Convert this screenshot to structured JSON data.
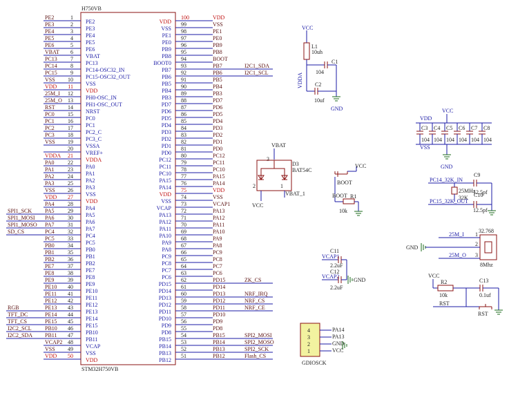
{
  "chip": {
    "title": "H750VB",
    "part": "STM32H750VB",
    "left_pins": [
      {
        "num": "1",
        "name": "PE2",
        "net": "PE2"
      },
      {
        "num": "2",
        "name": "PE3",
        "net": "PE3"
      },
      {
        "num": "3",
        "name": "PE4",
        "net": "PE4"
      },
      {
        "num": "4",
        "name": "PE5",
        "net": "PE5"
      },
      {
        "num": "5",
        "name": "PE6",
        "net": "PE6"
      },
      {
        "num": "6",
        "name": "VBAT",
        "net": "VBAT"
      },
      {
        "num": "7",
        "name": "PC13",
        "net": "PC13"
      },
      {
        "num": "8",
        "name": "PC14-OSC32_IN",
        "net": "PC14"
      },
      {
        "num": "9",
        "name": "PC15-OSC32_OUT",
        "net": "PC15"
      },
      {
        "num": "10",
        "name": "VSS",
        "net": "VSS"
      },
      {
        "num": "11",
        "name": "VDD",
        "net": "VDD"
      },
      {
        "num": "12",
        "name": "PH0-OSC_IN",
        "net": "25M_I"
      },
      {
        "num": "13",
        "name": "PH1-OSC_OUT",
        "net": "25M_O"
      },
      {
        "num": "14",
        "name": "NRST",
        "net": "RST"
      },
      {
        "num": "15",
        "name": "PC0",
        "net": "PC0"
      },
      {
        "num": "16",
        "name": "PC1",
        "net": "PC1"
      },
      {
        "num": "17",
        "name": "PC2_C",
        "net": "PC2"
      },
      {
        "num": "18",
        "name": "PC3_C",
        "net": "PC3"
      },
      {
        "num": "19",
        "name": "VSSA",
        "net": "VSS"
      },
      {
        "num": "20",
        "name": "VREF+",
        "net": ""
      },
      {
        "num": "21",
        "name": "VDDA",
        "net": "VDDA"
      },
      {
        "num": "22",
        "name": "PA0",
        "net": "PA0"
      },
      {
        "num": "23",
        "name": "PA1",
        "net": "PA1"
      },
      {
        "num": "24",
        "name": "PA2",
        "net": "PA2"
      },
      {
        "num": "25",
        "name": "PA3",
        "net": "PA3"
      },
      {
        "num": "26",
        "name": "VSS",
        "net": "VSS"
      },
      {
        "num": "27",
        "name": "VDD",
        "net": "VDD"
      },
      {
        "num": "28",
        "name": "PA4",
        "net": "PA4"
      },
      {
        "num": "29",
        "name": "PA5",
        "net": "PA5"
      },
      {
        "num": "30",
        "name": "PA6",
        "net": "PA6"
      },
      {
        "num": "31",
        "name": "PA7",
        "net": "PA7"
      },
      {
        "num": "32",
        "name": "PC4",
        "net": "PC4"
      },
      {
        "num": "33",
        "name": "PC5",
        "net": "PC5"
      },
      {
        "num": "34",
        "name": "PB0",
        "net": "PB0"
      },
      {
        "num": "35",
        "name": "PB1",
        "net": "PB1"
      },
      {
        "num": "36",
        "name": "PB2",
        "net": "PB2"
      },
      {
        "num": "37",
        "name": "PE7",
        "net": "PE7"
      },
      {
        "num": "38",
        "name": "PE8",
        "net": "PE8"
      },
      {
        "num": "39",
        "name": "PE9",
        "net": "PE9"
      },
      {
        "num": "40",
        "name": "PE10",
        "net": "PE10"
      },
      {
        "num": "41",
        "name": "PE11",
        "net": "PE11"
      },
      {
        "num": "42",
        "name": "PE12",
        "net": "PE12"
      },
      {
        "num": "43",
        "name": "PE13",
        "net": "PE13"
      },
      {
        "num": "44",
        "name": "PE14",
        "net": "PE14"
      },
      {
        "num": "45",
        "name": "PE15",
        "net": "PE15"
      },
      {
        "num": "46",
        "name": "PB10",
        "net": "PB10"
      },
      {
        "num": "47",
        "name": "PB11",
        "net": "PB11"
      },
      {
        "num": "48",
        "name": "VCAP",
        "net": "VCAP2"
      },
      {
        "num": "49",
        "name": "VSS",
        "net": "VSS"
      },
      {
        "num": "50",
        "name": "VDD",
        "net": "VDD"
      }
    ],
    "right_pins": [
      {
        "num": "100",
        "name": "VDD",
        "net": "VDD"
      },
      {
        "num": "99",
        "name": "VSS",
        "net": "VSS"
      },
      {
        "num": "98",
        "name": "PE1",
        "net": "PE1"
      },
      {
        "num": "97",
        "name": "PE0",
        "net": "PE0"
      },
      {
        "num": "96",
        "name": "PB9",
        "net": "PB9"
      },
      {
        "num": "95",
        "name": "PB8",
        "net": "PB8"
      },
      {
        "num": "94",
        "name": "BOOT0",
        "net": "BOOT"
      },
      {
        "num": "93",
        "name": "PB7",
        "net": "PB7"
      },
      {
        "num": "92",
        "name": "PB6",
        "net": "PB6"
      },
      {
        "num": "91",
        "name": "PB5",
        "net": "PB5"
      },
      {
        "num": "90",
        "name": "PB4",
        "net": "PB4"
      },
      {
        "num": "89",
        "name": "PB3",
        "net": "PB3"
      },
      {
        "num": "88",
        "name": "PD7",
        "net": "PD7"
      },
      {
        "num": "87",
        "name": "PD6",
        "net": "PD6"
      },
      {
        "num": "86",
        "name": "PD5",
        "net": "PD5"
      },
      {
        "num": "85",
        "name": "PD4",
        "net": "PD4"
      },
      {
        "num": "84",
        "name": "PD3",
        "net": "PD3"
      },
      {
        "num": "83",
        "name": "PD2",
        "net": "PD2"
      },
      {
        "num": "82",
        "name": "PD1",
        "net": "PD1"
      },
      {
        "num": "81",
        "name": "PD0",
        "net": "PD0"
      },
      {
        "num": "80",
        "name": "PC12",
        "net": "PC12"
      },
      {
        "num": "79",
        "name": "PC11",
        "net": "PC11"
      },
      {
        "num": "78",
        "name": "PC10",
        "net": "PC10"
      },
      {
        "num": "77",
        "name": "PA15",
        "net": "PA15"
      },
      {
        "num": "76",
        "name": "PA14",
        "net": "PA14"
      },
      {
        "num": "75",
        "name": "VDD",
        "net": "VDD"
      },
      {
        "num": "74",
        "name": "VSS",
        "net": "VSS"
      },
      {
        "num": "73",
        "name": "VCAP",
        "net": "VCAP1"
      },
      {
        "num": "72",
        "name": "PA13",
        "net": "PA13"
      },
      {
        "num": "71",
        "name": "PA12",
        "net": "PA12"
      },
      {
        "num": "70",
        "name": "PA11",
        "net": "PA11"
      },
      {
        "num": "69",
        "name": "PA10",
        "net": "PA10"
      },
      {
        "num": "68",
        "name": "PA9",
        "net": "PA9"
      },
      {
        "num": "67",
        "name": "PA8",
        "net": "PA8"
      },
      {
        "num": "66",
        "name": "PC9",
        "net": "PC9"
      },
      {
        "num": "65",
        "name": "PC8",
        "net": "PC8"
      },
      {
        "num": "64",
        "name": "PC7",
        "net": "PC7"
      },
      {
        "num": "63",
        "name": "PC6",
        "net": "PC6"
      },
      {
        "num": "62",
        "name": "PD15",
        "net": "PD15"
      },
      {
        "num": "61",
        "name": "PD14",
        "net": "PD14"
      },
      {
        "num": "60",
        "name": "PD13",
        "net": "PD13"
      },
      {
        "num": "59",
        "name": "PD12",
        "net": "PD12"
      },
      {
        "num": "58",
        "name": "PD11",
        "net": "PD11"
      },
      {
        "num": "57",
        "name": "PD10",
        "net": "PD10"
      },
      {
        "num": "56",
        "name": "PD9",
        "net": "PD9"
      },
      {
        "num": "55",
        "name": "PD8",
        "net": "PD8"
      },
      {
        "num": "54",
        "name": "PB15",
        "net": "PB15"
      },
      {
        "num": "53",
        "name": "PB14",
        "net": "PB14"
      },
      {
        "num": "52",
        "name": "PB13",
        "net": "PB13"
      },
      {
        "num": "51",
        "name": "PB12",
        "net": "PB12"
      }
    ],
    "left_ext": [
      {
        "pin": "29",
        "label": "SPI1_SCK"
      },
      {
        "pin": "30",
        "label": "SPI1_MOSI"
      },
      {
        "pin": "31",
        "label": "SPI1_MOSO"
      },
      {
        "pin": "32",
        "label": "SD_CS"
      },
      {
        "pin": "43",
        "label": "RGB"
      },
      {
        "pin": "44",
        "label": "TFT_DC"
      },
      {
        "pin": "45",
        "label": "TFT_CS"
      },
      {
        "pin": "46",
        "label": "I2C2_SCL"
      },
      {
        "pin": "47",
        "label": "I2C2_SDA"
      }
    ],
    "right_ext": [
      {
        "pin": "93",
        "label": "I2C1_SDA"
      },
      {
        "pin": "92",
        "label": "I2C1_SCL"
      },
      {
        "pin": "62",
        "label": "ZK_CS"
      },
      {
        "pin": "60",
        "label": "NRF_IRQ"
      },
      {
        "pin": "59",
        "label": "NRF_CS"
      },
      {
        "pin": "58",
        "label": "NRF_CE"
      },
      {
        "pin": "54",
        "label": "SPI2_MOSI"
      },
      {
        "pin": "53",
        "label": "SPI2_MOSO"
      },
      {
        "pin": "52",
        "label": "SPI2_SCK"
      },
      {
        "pin": "51",
        "label": "Flash_CS"
      }
    ]
  },
  "vdda_filter": {
    "vcc": "VCC",
    "l1": "L1",
    "l1_value": "10uh",
    "c1": "C1",
    "c1_value": "104",
    "vdda": "VDDA",
    "c2": "C2",
    "c2_value": "10uf",
    "gnd": "GND"
  },
  "decoupling": {
    "vdd": "VDD",
    "vcc": "VCC",
    "vss": "VSS",
    "gnd": "GND",
    "caps": [
      {
        "ref": "C3",
        "value": "104"
      },
      {
        "ref": "C4",
        "value": "104"
      },
      {
        "ref": "C5",
        "value": "104"
      },
      {
        "ref": "C6",
        "value": "104"
      },
      {
        "ref": "C7",
        "value": "104"
      },
      {
        "ref": "C8",
        "value": "104"
      }
    ]
  },
  "battery": {
    "vbat": "VBAT",
    "d3": "D3",
    "d3_part": "BAT54C",
    "pin3": "3",
    "pin1": "1",
    "pin2": "2",
    "vcc": "VCC",
    "vbat1": "VBAT_1"
  },
  "boot": {
    "boot": "BOOT",
    "vcc": "VCC",
    "net": "BOOT",
    "r1": "R1",
    "r1_value": "10k"
  },
  "rtc_crystal": {
    "c9": "C9",
    "c9_value": "12.5pf",
    "pc14": "PC14_32K_IN",
    "pc15": "PC15_32K_OUT",
    "y_ref": "25MHz",
    "y_value": "32K",
    "c10": "C10",
    "c10_value": "12.5pf"
  },
  "hse_crystal": {
    "title": "32.768",
    "gnd": "GND",
    "in": "25M_I",
    "out": "25M_O",
    "p1": "1",
    "p2": "2",
    "p3": "3",
    "freq": "8Mhz"
  },
  "vcap": {
    "c11": "C11",
    "vcap1": "VCAP1",
    "c11_value": "2.2uF",
    "c12": "C12",
    "vcap2": "VCAP2",
    "c12_value": "2.2uF",
    "gnd": "GND"
  },
  "reset": {
    "vcc": "VCC",
    "r2": "R2",
    "r2_value": "10k",
    "c13": "C13",
    "c13_value": "0.1uf",
    "rst": "RST",
    "rst_btn": "RST"
  },
  "swd": {
    "pins": [
      {
        "num": "4",
        "net": "PA14"
      },
      {
        "num": "3",
        "net": "PA13"
      },
      {
        "num": "2",
        "net": "GND"
      },
      {
        "num": "1",
        "net": "VCC"
      }
    ],
    "label": "GDIOSCK"
  },
  "colors": {
    "wire": "#1a1aa6",
    "power_pin": "#c01010",
    "part": "#8a1010",
    "ground": "#1a6a1a"
  }
}
